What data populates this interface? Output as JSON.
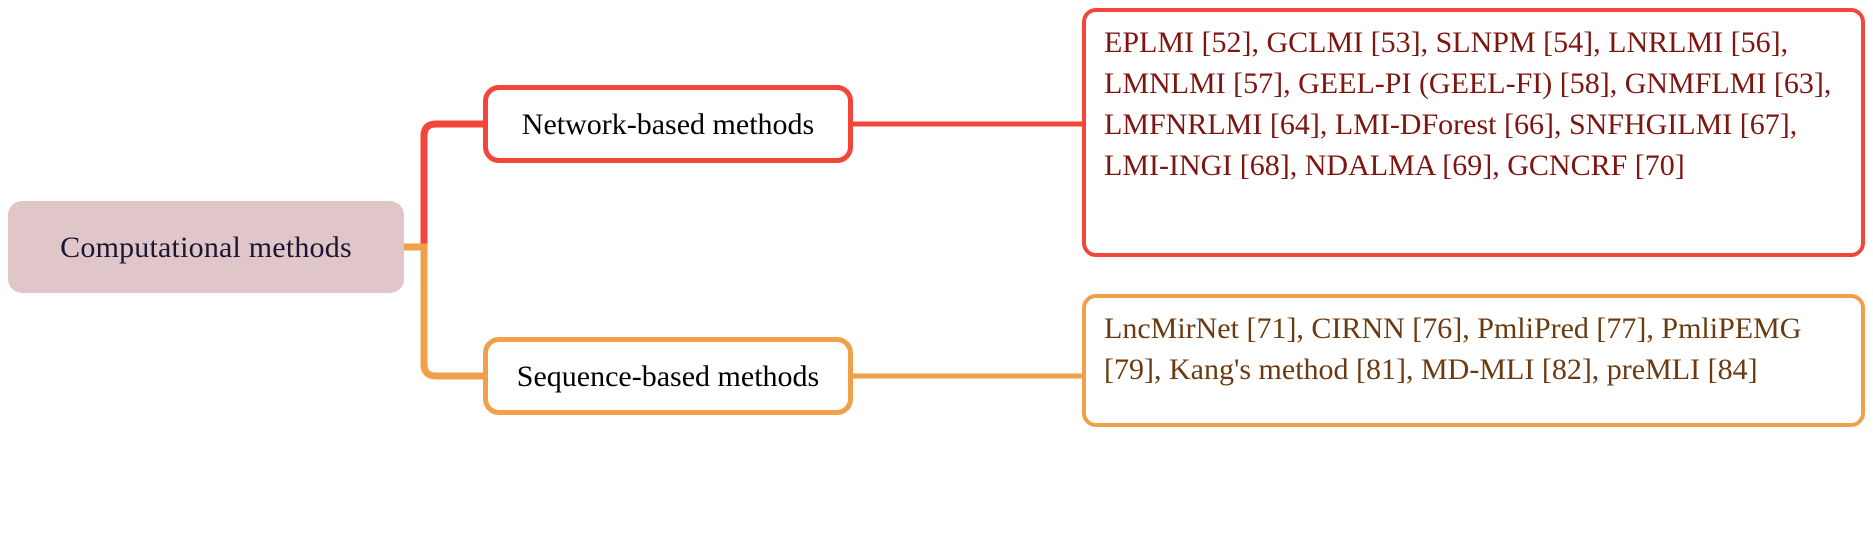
{
  "diagram": {
    "type": "mindmap",
    "title_node": {
      "label": "Computational methods",
      "fill": "#e0c5c9",
      "text_color": "#1a1735"
    },
    "branches": [
      {
        "id": "network",
        "label": "Network-based methods",
        "color": "#f4453b",
        "text_color": "#7d1510",
        "items_text": "EPLMI [52], GCLMI [53], SLNPM [54], LNRLMI [56], LMNLMI [57], GEEL-PI (GEEL-FI) [58], GNMFLMI [63], LMFNRLMI [64], LMI-DForest [66], SNFHGILMI [67], LMI-INGI [68], NDALMA [69], GCNCRF [70]",
        "items": [
          "EPLMI [52]",
          "GCLMI [53]",
          "SLNPM [54]",
          "LNRLMI [56]",
          "LMNLMI [57]",
          "GEEL-PI (GEEL-FI) [58]",
          "GNMFLMI [63]",
          "LMFNRLMI [64]",
          "LMI-DForest [66]",
          "SNFHGILMI [67]",
          "LMI-INGI [68]",
          "NDALMA [69]",
          "GCNCRF [70]"
        ]
      },
      {
        "id": "sequence",
        "label": "Sequence-based methods",
        "color": "#f0a04b",
        "text_color": "#6b3a10",
        "items_text": "LncMirNet [71], CIRNN [76], PmliPred [77], PmliPEMG [79], Kang's method [81], MD-MLI [82], preMLI [84]",
        "items": [
          "LncMirNet [71]",
          "CIRNN [76]",
          "PmliPred [77]",
          "PmliPEMG [79]",
          "Kang's method [81]",
          "MD-MLI [82]",
          "preMLI [84]"
        ]
      }
    ]
  }
}
